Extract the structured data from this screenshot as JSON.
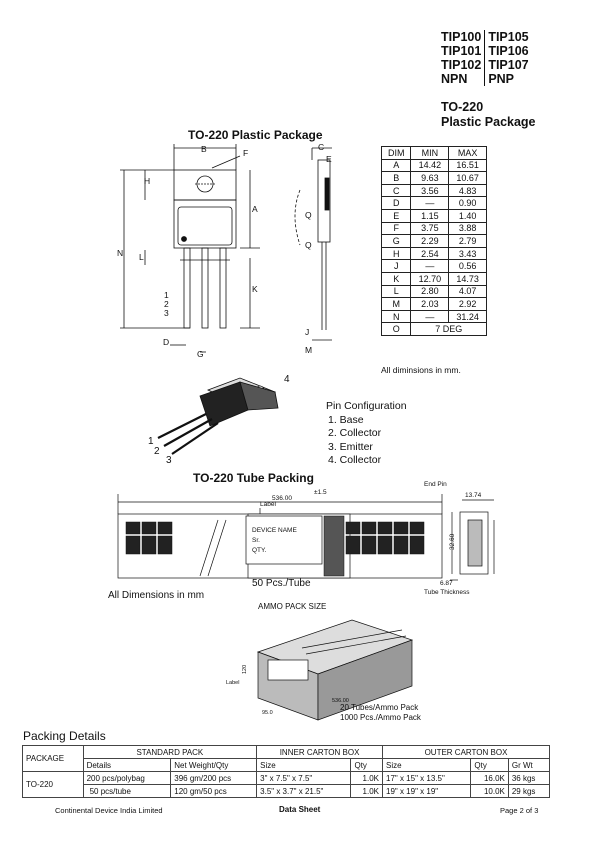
{
  "header": {
    "parts_npn": [
      "TIP100",
      "TIP101",
      "TIP102"
    ],
    "parts_pnp": [
      "TIP105",
      "TIP106",
      "TIP107"
    ],
    "npn_label": "NPN",
    "pnp_label": "PNP",
    "package_line1": "TO-220",
    "package_line2": "Plastic Package"
  },
  "plastic_package": {
    "title": "TO-220 Plastic Package",
    "labels": {
      "B": "B",
      "F": "F",
      "C": "C",
      "E": "E",
      "H": "H",
      "A": "A",
      "N": "N",
      "L": "L",
      "K": "K",
      "Q": "Q",
      "J": "J",
      "M": "M",
      "D": "D",
      "G": "G",
      "p1": "1",
      "p2": "2",
      "p3": "3"
    }
  },
  "dim_table": {
    "headers": [
      "DIM",
      "MIN",
      "MAX"
    ],
    "rows": [
      [
        "A",
        "14.42",
        "16.51"
      ],
      [
        "B",
        "9.63",
        "10.67"
      ],
      [
        "C",
        "3.56",
        "4.83"
      ],
      [
        "D",
        "—",
        "0.90"
      ],
      [
        "E",
        "1.15",
        "1.40"
      ],
      [
        "F",
        "3.75",
        "3.88"
      ],
      [
        "G",
        "2.29",
        "2.79"
      ],
      [
        "H",
        "2.54",
        "3.43"
      ],
      [
        "J",
        "—",
        "0.56"
      ],
      [
        "K",
        "12.70",
        "14.73"
      ],
      [
        "L",
        "2.80",
        "4.07"
      ],
      [
        "M",
        "2.03",
        "2.92"
      ],
      [
        "N",
        "—",
        "31.24"
      ],
      [
        "O",
        "7 DEG",
        ""
      ]
    ],
    "note": "All diminsions in mm."
  },
  "pin_config": {
    "title": "Pin Configuration",
    "pins": [
      "1.  Base",
      "2.  Collector",
      "3.  Emitter",
      "4.  Collector"
    ],
    "iso_labels": {
      "one": "1",
      "two": "2",
      "three": "3",
      "four": "4"
    }
  },
  "tube_packing": {
    "title": "TO-220 Tube Packing",
    "length": "536.00",
    "tolerance": "±1.5",
    "label_caption": "Label",
    "label_lines": [
      "DEVICE NAME",
      "Sr.",
      "QTY."
    ],
    "pcs_per_tube": "50 Pcs./Tube",
    "all_dimensions": "All Dimensions in mm",
    "end_pin": "End Pin",
    "width": "13.74",
    "height": "32.60",
    "thickness": "6.87",
    "tube_thickness": "Tube Thickness"
  },
  "ammo": {
    "title": "AMMO PACK SIZE",
    "label": "Label",
    "dim_a": "120",
    "dim_b": "536.00",
    "dim_c": "95.0",
    "tubes": "20 Tubes/Ammo Pack",
    "pcs": "1000 Pcs./Ammo Pack"
  },
  "packing_details": {
    "title": "Packing Details",
    "col_package": "PACKAGE",
    "col_standard": "STANDARD PACK",
    "col_inner": "INNER CARTON BOX",
    "col_outer": "OUTER CARTON BOX",
    "sub": [
      "Details",
      "Net Weight/Qty",
      "Size",
      "Qty",
      "Size",
      "Qty",
      "Gr Wt"
    ],
    "package": "TO-220",
    "rows": [
      [
        "200 pcs/polybag",
        "396 gm/200 pcs",
        "3\" x 7.5\" x 7.5\"",
        "1.0K",
        "17\" x 15\" x 13.5\"",
        "16.0K",
        "36 kgs"
      ],
      [
        "50 pcs/tube",
        "120 gm/50 pcs",
        "3.5\" x 3.7\" x 21.5\"",
        "1.0K",
        "19\" x 19\" x 19\"",
        "10.0K",
        "29 kgs"
      ]
    ]
  },
  "footer": {
    "company": "Continental Device India Limited",
    "center": "Data Sheet",
    "page": "Page 2 of 3"
  }
}
